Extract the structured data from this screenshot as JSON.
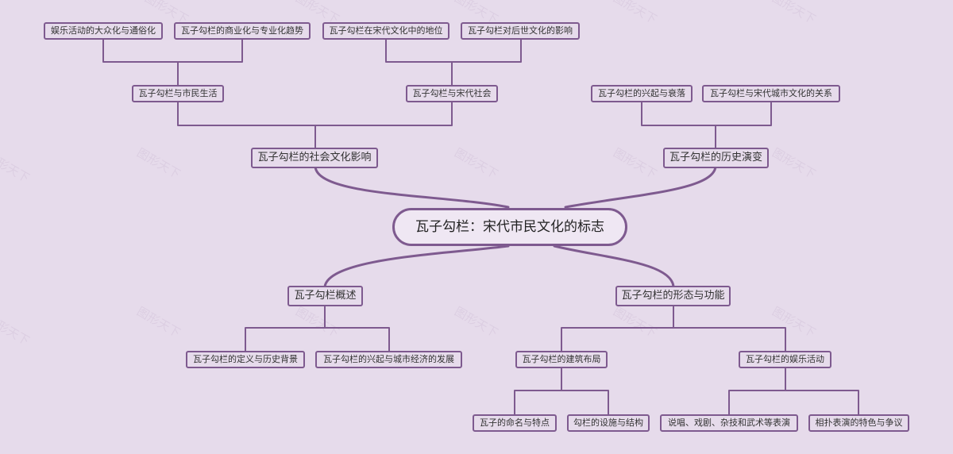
{
  "watermark_text": "图形天下",
  "colors": {
    "background": "#e6dbeb",
    "line": "#7e5a8f"
  },
  "root": {
    "label": "瓦子勾栏：宋代市民文化的标志"
  },
  "branches": {
    "social": {
      "label": "瓦子勾栏的社会文化影响",
      "children": {
        "civic_life": {
          "label": "瓦子勾栏与市民生活",
          "children": {
            "popularization": "娱乐活动的大众化与通俗化",
            "commercialization": "瓦子勾栏的商业化与专业化趋势"
          }
        },
        "song_society": {
          "label": "瓦子勾栏与宋代社会",
          "children": {
            "status": "瓦子勾栏在宋代文化中的地位",
            "influence": "瓦子勾栏对后世文化的影响"
          }
        }
      }
    },
    "history": {
      "label": "瓦子勾栏的历史演变",
      "children": {
        "rise_fall": "瓦子勾栏的兴起与衰落",
        "urban_relation": "瓦子勾栏与宋代城市文化的关系"
      }
    },
    "overview": {
      "label": "瓦子勾栏概述",
      "children": {
        "definition": "瓦子勾栏的定义与历史背景",
        "economy": "瓦子勾栏的兴起与城市经济的发展"
      }
    },
    "form": {
      "label": "瓦子勾栏的形态与功能",
      "children": {
        "layout": {
          "label": "瓦子勾栏的建筑布局",
          "children": {
            "naming": "瓦子的命名与特点",
            "facilities": "勾栏的设施与结构"
          }
        },
        "entertainment": {
          "label": "瓦子勾栏的娱乐活动",
          "children": {
            "performances": "说唱、戏剧、杂技和武术等表演",
            "sumo": "相扑表演的特色与争议"
          }
        }
      }
    }
  }
}
